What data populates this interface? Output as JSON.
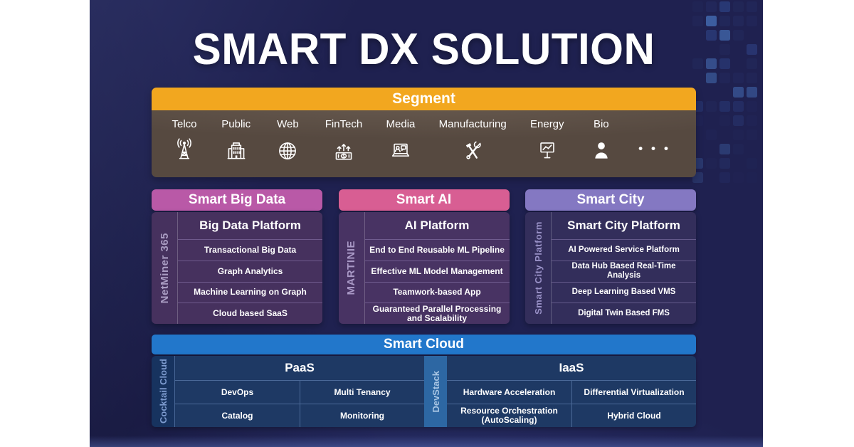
{
  "title": "SMART DX SOLUTION",
  "segment": {
    "header": "Segment",
    "items": [
      {
        "label": "Telco",
        "icon": "telco-tower-icon"
      },
      {
        "label": "Public",
        "icon": "public-building-icon"
      },
      {
        "label": "Web",
        "icon": "web-globe-icon"
      },
      {
        "label": "FinTech",
        "icon": "fintech-money-icon"
      },
      {
        "label": "Media",
        "icon": "media-laptop-icon"
      },
      {
        "label": "Manufacturing",
        "icon": "manufacturing-tools-icon"
      },
      {
        "label": "Energy",
        "icon": "energy-chart-icon"
      },
      {
        "label": "Bio",
        "icon": "bio-person-icon"
      }
    ],
    "more_label": "•••"
  },
  "pillars": [
    {
      "header": "Smart Big Data",
      "side_label": "NetMiner 365",
      "platform": "Big Data Platform",
      "items": [
        "Transactional Big Data",
        "Graph Analytics",
        "Machine Learning on Graph",
        "Cloud based SaaS"
      ],
      "colors": {
        "header_bg": "#b959a7",
        "body_bg": "#46315e",
        "side_text": "#a99cc2"
      }
    },
    {
      "header": "Smart AI",
      "side_label": "MARTINIE",
      "platform": "AI Platform",
      "items": [
        "End to End Reusable ML Pipeline",
        "Effective ML Model Management",
        "Teamwork-based App",
        "Guaranteed Parallel Processing and Scalability"
      ],
      "colors": {
        "header_bg": "#d85e93",
        "body_bg": "#483363",
        "side_text": "#a999c6"
      }
    },
    {
      "header": "Smart City",
      "side_label": "Smart City Platform",
      "platform": "Smart City Platform",
      "items": [
        "AI Powered Service Platform",
        "Data Hub Based Real-Time Analysis",
        "Deep Learning Based VMS",
        "Digital Twin Based FMS"
      ],
      "colors": {
        "header_bg": "#8478c2",
        "body_bg": "#332e5b",
        "side_text": "#9a92c8"
      }
    }
  ],
  "cloud": {
    "header": "Smart Cloud",
    "side_label": "Cocktail Cloud",
    "divider_label": "DevStack",
    "paas": {
      "header": "PaaS",
      "cells": [
        "DevOps",
        "Multi Tenancy",
        "Catalog",
        "Monitoring"
      ]
    },
    "iaas": {
      "header": "IaaS",
      "cells": [
        "Hardware Acceleration",
        "Differential Virtualization",
        "Resource Orchestration\n(AutoScaling)",
        "Hybrid Cloud"
      ]
    },
    "colors": {
      "header_bg": "#2277cb",
      "body_bg": "#17335f",
      "divider_bg": "#2d67a3",
      "side_text": "#7e9cd0",
      "divider_text": "#a9c6e4"
    }
  },
  "colors": {
    "canvas": "#ffffff",
    "background": "#1f2150",
    "title_text": "#ffffff",
    "segment_header_bg": "#f2a71f",
    "segment_body_bg": "#564940"
  }
}
